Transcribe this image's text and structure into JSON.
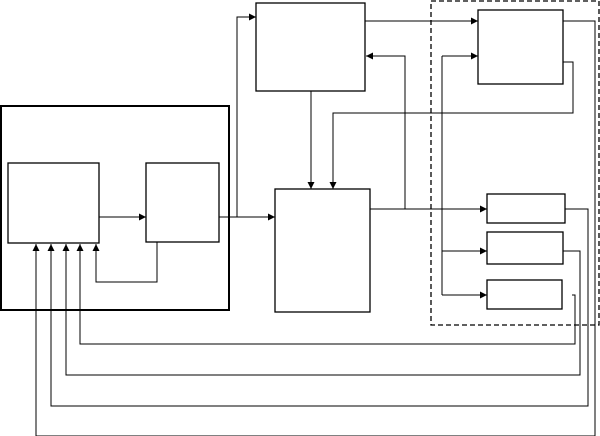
{
  "colors": {
    "stroke": "#000000",
    "background": "#ffffff"
  },
  "blocks": [
    {
      "id": "left-block-a",
      "label": ""
    },
    {
      "id": "left-block-b",
      "label": ""
    },
    {
      "id": "top-center-block",
      "label": ""
    },
    {
      "id": "central-block",
      "label": ""
    },
    {
      "id": "right-top-block",
      "label": ""
    },
    {
      "id": "right-block-1",
      "label": ""
    },
    {
      "id": "right-block-2",
      "label": ""
    },
    {
      "id": "right-block-3",
      "label": ""
    }
  ],
  "groups": [
    {
      "id": "left-subsystem-frame",
      "style": "solid"
    },
    {
      "id": "right-subsystem-frame",
      "style": "dashed"
    }
  ]
}
